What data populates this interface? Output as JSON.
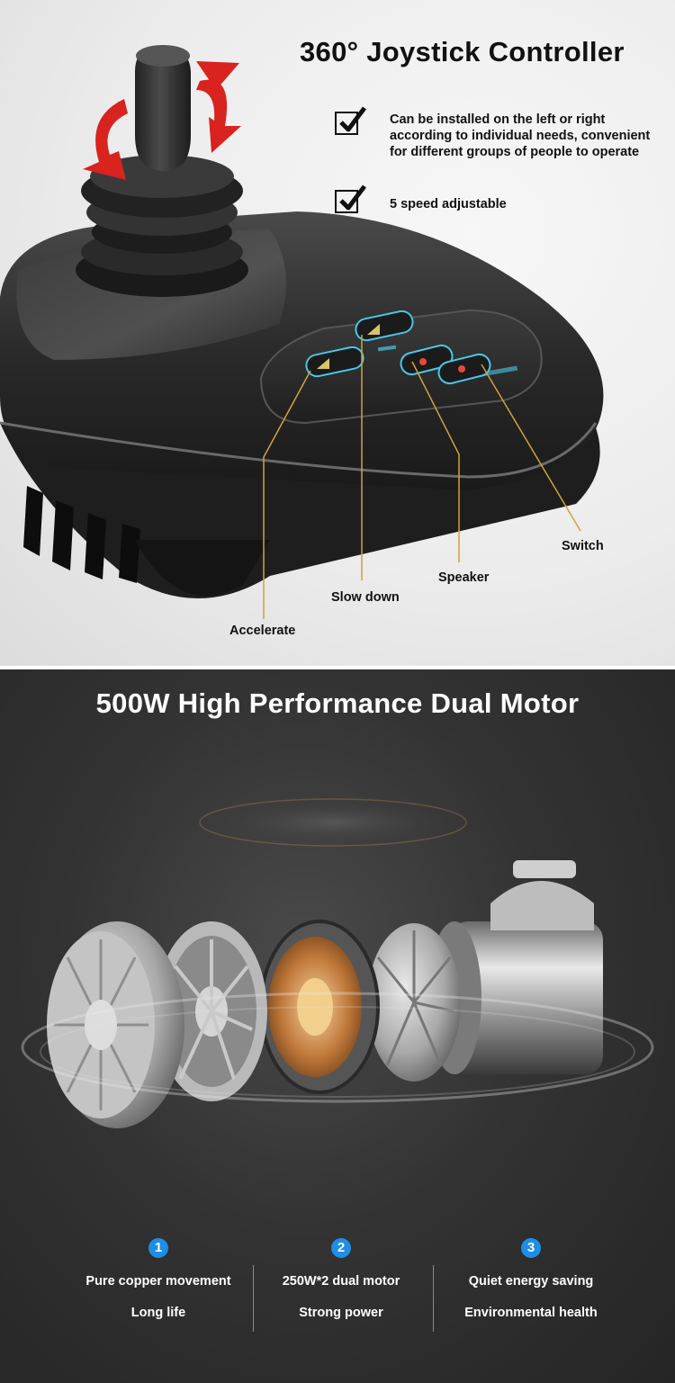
{
  "joystick": {
    "title": "360° Joystick Controller",
    "features": [
      "Can be installed on the left or right according to individual needs, convenient for different groups of people to operate",
      "5 speed adjustable"
    ],
    "callouts": {
      "accelerate": "Accelerate",
      "slow_down": "Slow down",
      "speaker": "Speaker",
      "switch": "Switch"
    },
    "colors": {
      "arrow": "#d8231e",
      "callout_line": "#d1a23a",
      "button_glow": "#49c7e8"
    }
  },
  "motor": {
    "title": "500W High Performance Dual Motor",
    "points": [
      {
        "number": "1",
        "line1": "Pure copper movement",
        "line2": "Long life"
      },
      {
        "number": "2",
        "line1": "250W*2 dual motor",
        "line2": "Strong power"
      },
      {
        "number": "3",
        "line1": "Quiet energy saving",
        "line2": "Environmental health"
      }
    ],
    "colors": {
      "badge": "#1e8ee6",
      "background": "#2f2f2f"
    }
  }
}
